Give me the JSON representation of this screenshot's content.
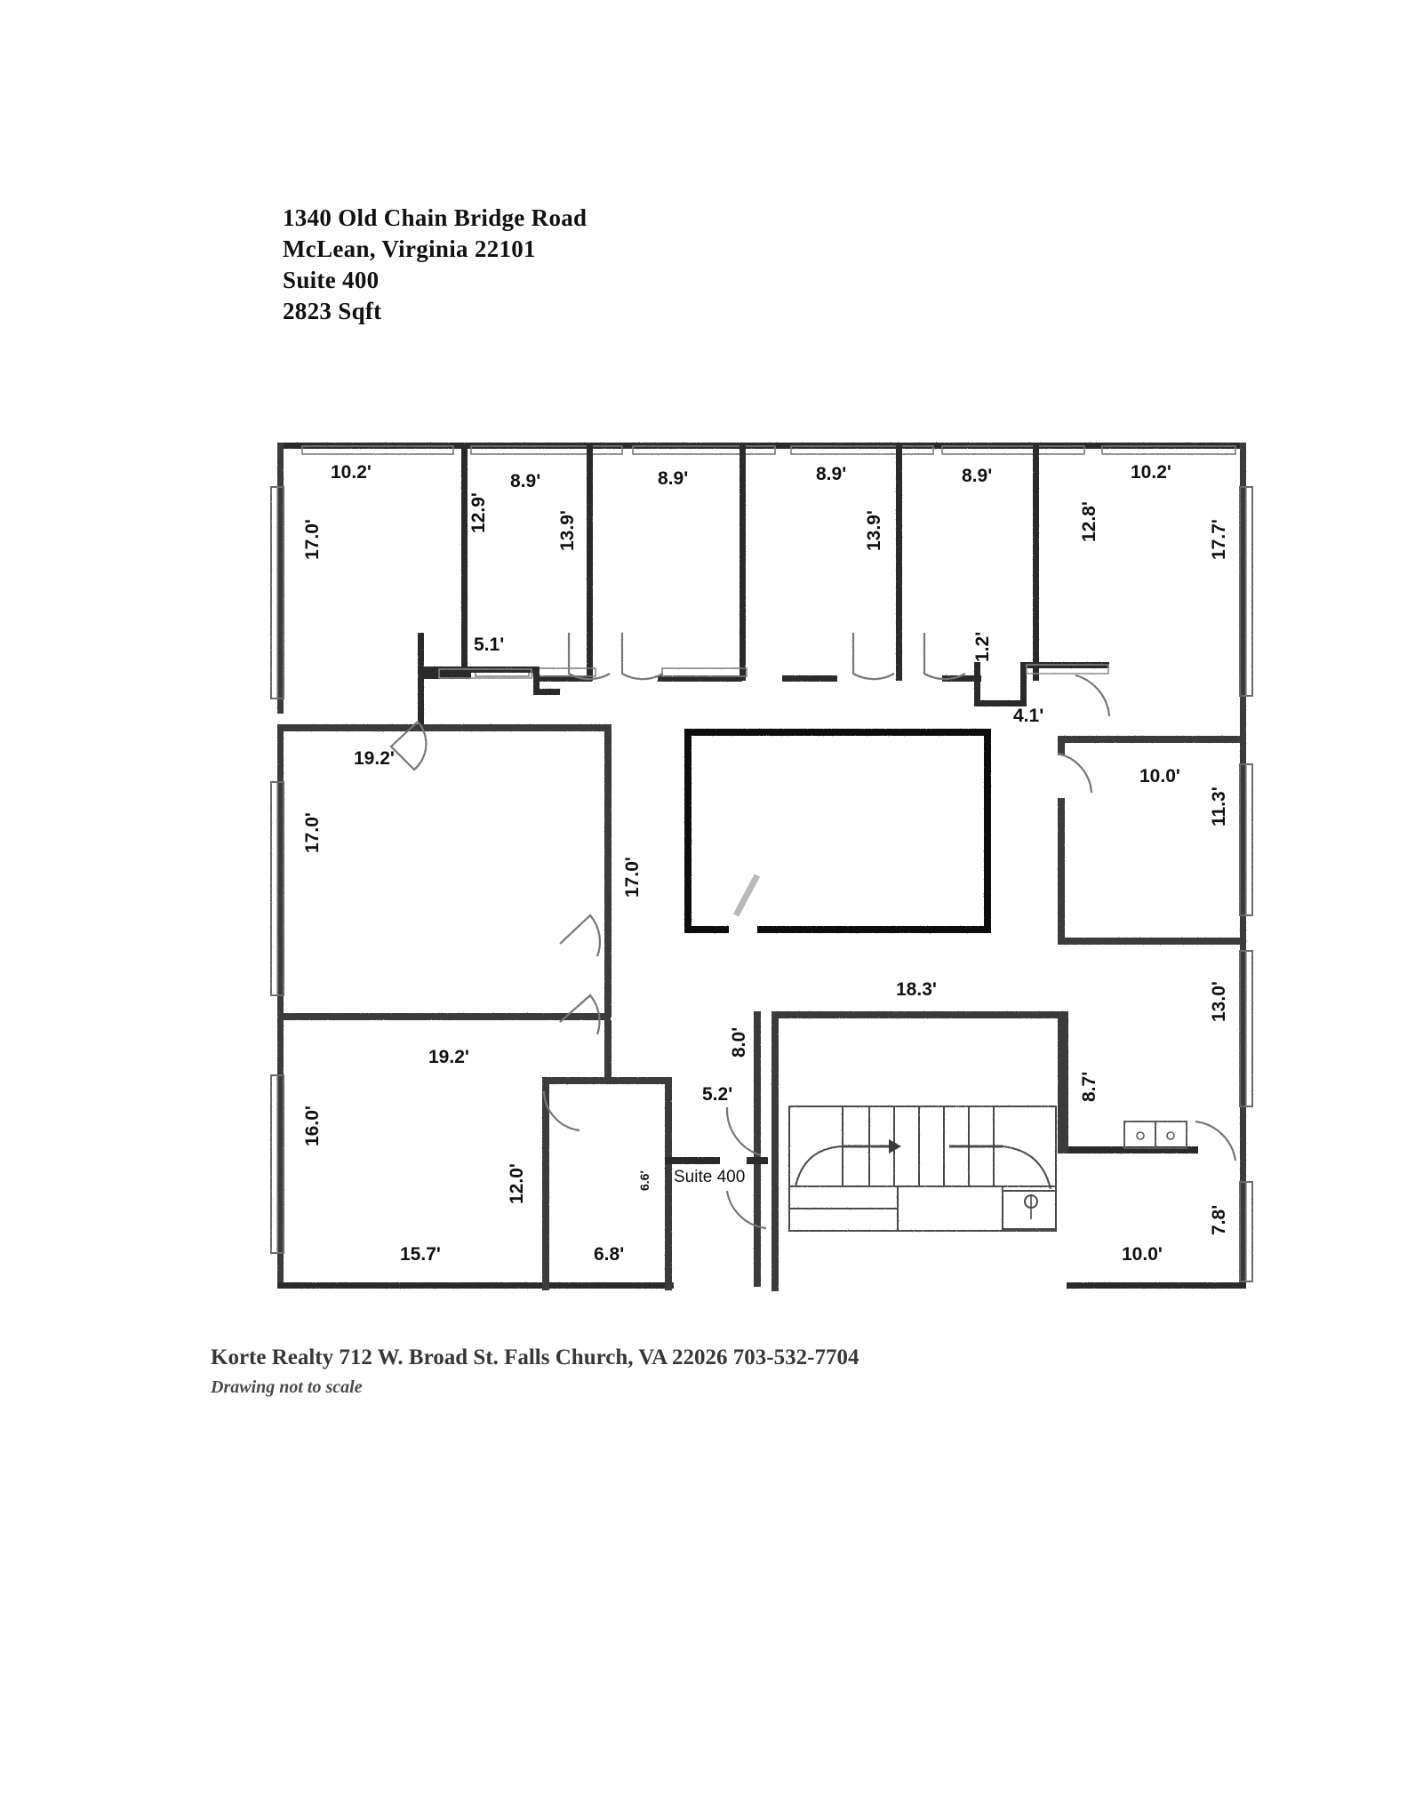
{
  "document": {
    "type": "floor-plan",
    "header": {
      "lines": [
        "1340 Old Chain Bridge Road",
        "McLean, Virginia 22101",
        "Suite 400",
        "2823 Sqft"
      ],
      "address_street": "1340 Old Chain Bridge Road",
      "address_city_state_zip": "McLean, Virginia 22101",
      "suite": "Suite 400",
      "area": "2823 Sqft"
    },
    "footer": {
      "credit": "Korte Realty   712 W. Broad St.  Falls Church, VA 22026   703-532-7704",
      "note": "Drawing not to scale"
    },
    "labels": {
      "suite_label": "Suite 400"
    },
    "dimensions": {
      "top_row": [
        {
          "id": "top-left-width",
          "value": "10.2'"
        },
        {
          "id": "office2-width",
          "value": "8.9'"
        },
        {
          "id": "office3-width",
          "value": "8.9'"
        },
        {
          "id": "office4-width",
          "value": "8.9'"
        },
        {
          "id": "office5-width",
          "value": "8.9'"
        },
        {
          "id": "top-right-width",
          "value": "10.2'"
        }
      ],
      "top_row_depths": [
        {
          "id": "office2-depth",
          "value": "12.9'"
        },
        {
          "id": "office3-depth",
          "value": "13.9'"
        },
        {
          "id": "office4-depth",
          "value": "13.9'"
        },
        {
          "id": "office6-depth",
          "value": "12.8'"
        }
      ],
      "left_wall": [
        {
          "id": "upper-left-height",
          "value": "17.0'"
        },
        {
          "id": "mid-left-height",
          "value": "17.0'"
        },
        {
          "id": "lower-left-height",
          "value": "16.0'"
        }
      ],
      "right_wall": [
        {
          "id": "upper-right-height",
          "value": "17.7'"
        },
        {
          "id": "right-room-height",
          "value": "11.3'"
        },
        {
          "id": "right-mid-height",
          "value": "13.0'"
        },
        {
          "id": "right-low-height",
          "value": "7.8'"
        }
      ],
      "interior": [
        {
          "id": "corridor-stub",
          "value": "5.1'"
        },
        {
          "id": "closet-width",
          "value": "1.2'"
        },
        {
          "id": "alcove-width",
          "value": "4.1'"
        },
        {
          "id": "conference-width",
          "value": "19.2'"
        },
        {
          "id": "conference-depth",
          "value": "17.0'"
        },
        {
          "id": "open-office-width",
          "value": "19.2'"
        },
        {
          "id": "right-room-width",
          "value": "10.0'"
        },
        {
          "id": "stair-room-width",
          "value": "18.3'"
        },
        {
          "id": "stair-corridor-depth",
          "value": "8.0'"
        },
        {
          "id": "stair-room-depth",
          "value": "8.7'"
        },
        {
          "id": "entry-width",
          "value": "5.2'"
        },
        {
          "id": "small-office-depth",
          "value": "12.0'"
        },
        {
          "id": "small-office-inner",
          "value": "6.6'"
        },
        {
          "id": "bottom-left-width",
          "value": "15.7'"
        },
        {
          "id": "bottom-mid-width",
          "value": "6.8'"
        },
        {
          "id": "bottom-right-width",
          "value": "10.0'"
        }
      ]
    },
    "colors": {
      "wall": "#2b2b2b",
      "wall_light": "#3a3a3a",
      "door": "#555555",
      "background": "#ffffff",
      "text": "#111111"
    }
  }
}
